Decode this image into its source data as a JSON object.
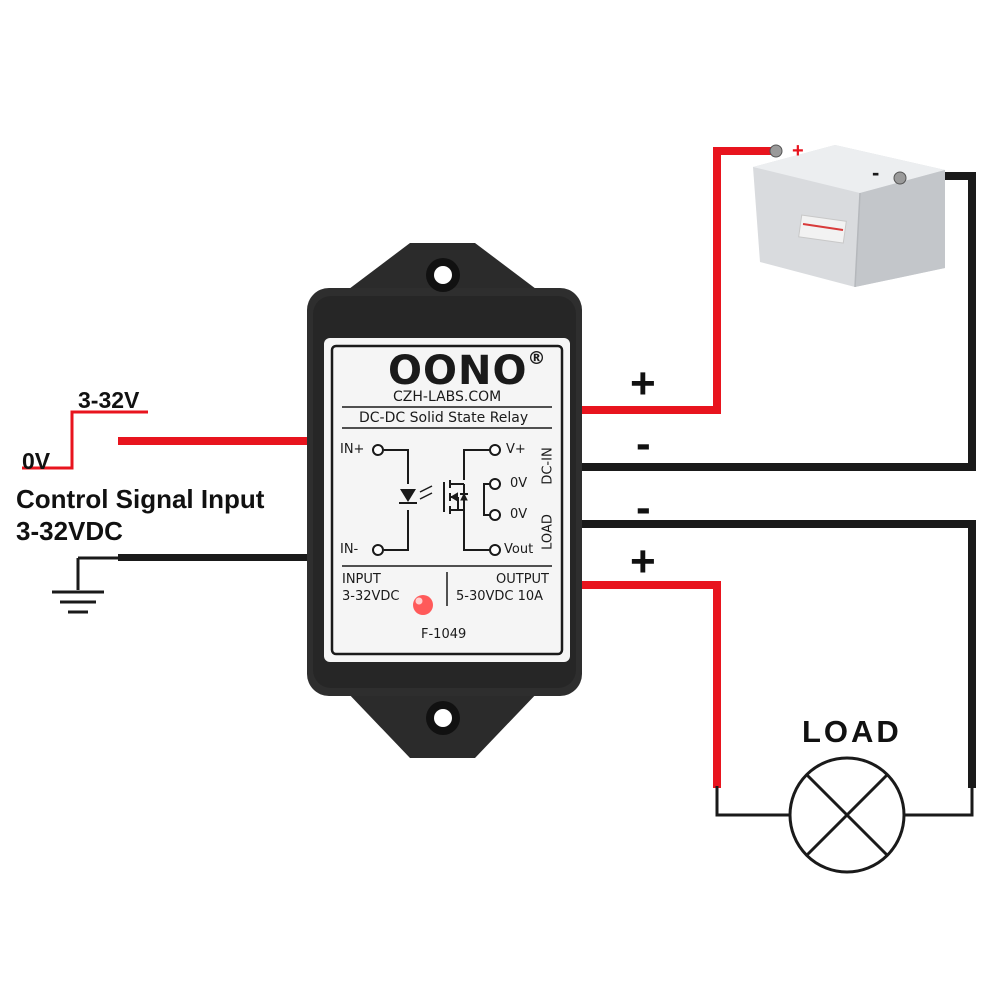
{
  "control": {
    "high_label": "3-32V",
    "low_label": "0V",
    "title": "Control Signal Input",
    "subtitle": "3-32VDC"
  },
  "relay": {
    "brand": "OONO",
    "registered_mark": "®",
    "website": "CZH-LABS.COM",
    "type": "DC-DC Solid State Relay",
    "pins_left": [
      "IN+",
      "IN-"
    ],
    "pins_right": [
      "V+",
      "0V",
      "0V",
      "Vout"
    ],
    "side_labels": [
      "DC-IN",
      "LOAD"
    ],
    "input_label": "INPUT",
    "input_range": "3-32VDC",
    "output_label": "OUTPUT",
    "output_range": "5-30VDC 10A",
    "model": "F-1049"
  },
  "wires": {
    "dcin_positive": "+",
    "dcin_negative": "-",
    "load_negative": "-",
    "load_positive": "+"
  },
  "battery": {
    "positive": "+",
    "negative": "-"
  },
  "load": {
    "label": "LOAD"
  },
  "colors": {
    "positive_wire": "#e8141e",
    "negative_wire": "#1a1a1a",
    "case": "#2a2a2a",
    "led": "#ff5a5a"
  }
}
